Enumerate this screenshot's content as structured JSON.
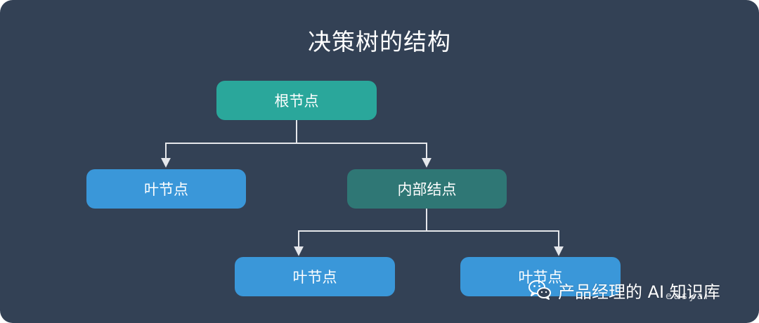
{
  "diagram": {
    "title": "决策树的结构",
    "nodes": {
      "root": {
        "label": "根节点"
      },
      "leaf_left": {
        "label": "叶节点"
      },
      "internal": {
        "label": "内部结点"
      },
      "leaf_bottom_left": {
        "label": "叶节点"
      },
      "leaf_bottom_right": {
        "label": "叶节点"
      }
    },
    "colors": {
      "background": "#334155",
      "root": "#2aa79b",
      "internal": "#2f7775",
      "leaf": "#3a97d9",
      "connector": "#e5e7eb",
      "text": "#ffffff"
    }
  },
  "watermark": {
    "text": "产品经理的 AI 知识库",
    "handle": "easyai",
    "icon": "wechat-icon"
  }
}
